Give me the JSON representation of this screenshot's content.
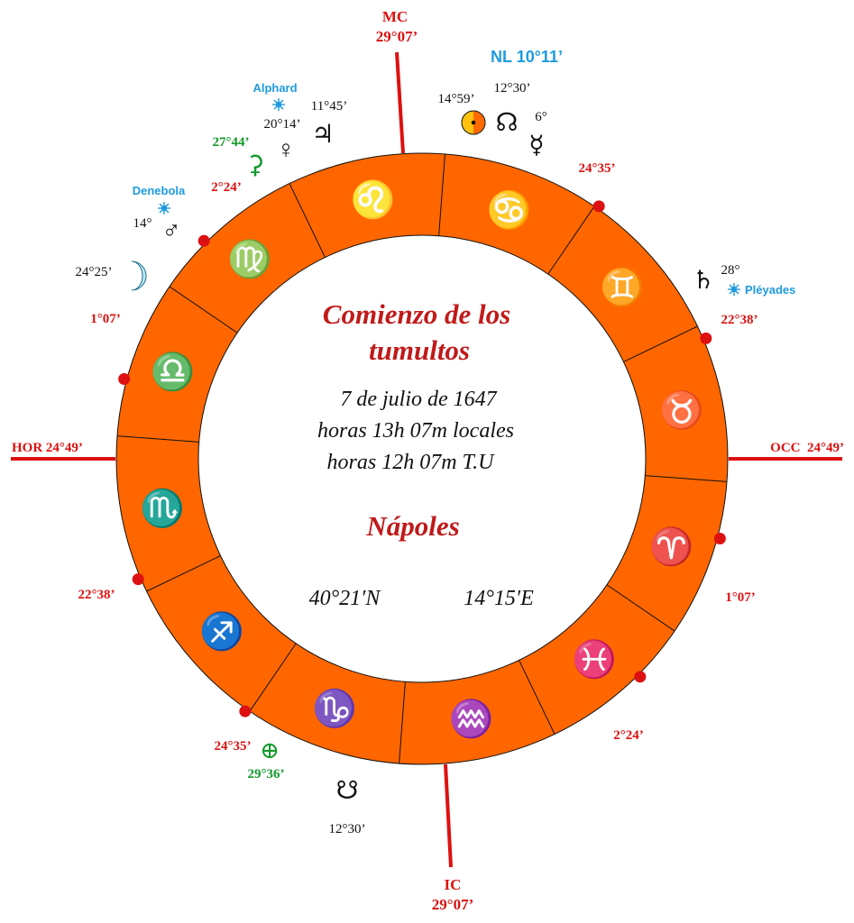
{
  "angles": {
    "mc": {
      "label": "MC",
      "value": "29°07’"
    },
    "ic": {
      "label": "IC",
      "value": "29°07’"
    },
    "asc": {
      "label": "HOR 24°49’"
    },
    "desc": {
      "label": "OCC  24°49’"
    }
  },
  "north_node_label": "NL 10°11’",
  "cusps": [
    {
      "value": "24°35’"
    },
    {
      "value": "22°38’"
    },
    {
      "value": "1°07’"
    },
    {
      "value": "2°24’"
    },
    {
      "value": "24°35’"
    },
    {
      "value": "22°38’"
    },
    {
      "value": "1°07’"
    },
    {
      "value": "2°24’"
    }
  ],
  "zodiac": [
    {
      "name": "leo",
      "glyph": "♌"
    },
    {
      "name": "cancer",
      "glyph": "♋"
    },
    {
      "name": "gemini",
      "glyph": "♊"
    },
    {
      "name": "taurus",
      "glyph": "♉"
    },
    {
      "name": "aries",
      "glyph": "♈"
    },
    {
      "name": "pisces",
      "glyph": "♓"
    },
    {
      "name": "aquarius",
      "glyph": "♒"
    },
    {
      "name": "capricorn",
      "glyph": "♑"
    },
    {
      "name": "sagittarius",
      "glyph": "♐"
    },
    {
      "name": "scorpio",
      "glyph": "♏"
    },
    {
      "name": "libra",
      "glyph": "♎"
    },
    {
      "name": "virgo",
      "glyph": "♍"
    }
  ],
  "bodies": {
    "jupiter": {
      "glyph": "♃",
      "degree": "11°45’"
    },
    "venus": {
      "glyph": "♀",
      "degree": "20°14’"
    },
    "star_alphard": {
      "name": "Alphard"
    },
    "sun": {
      "degree": "14°59’"
    },
    "node_north": {
      "glyph": "☊",
      "degree": "12°30’"
    },
    "mercury": {
      "glyph": "☿",
      "degree": "6°"
    },
    "ceres": {
      "glyph": "⚳",
      "degree": "27°44’"
    },
    "star_denebola": {
      "name": "Denebola"
    },
    "mars": {
      "glyph": "♂",
      "degree": "14°"
    },
    "moon": {
      "degree": "24°25’"
    },
    "saturn": {
      "glyph": "♄",
      "degree": "28°"
    },
    "star_pleyades": {
      "name": "Pléyades"
    },
    "part_fortune": {
      "glyph": "⊕",
      "degree": "29°36’"
    },
    "node_south": {
      "glyph": "☋",
      "degree": "12°30’"
    }
  },
  "center": {
    "title_line1": "Comienzo de los",
    "title_line2": "tumultos",
    "date": "7 de julio de 1647",
    "local_time": "horas 13h 07m locales",
    "ut_time": "horas 12h 07m T.U",
    "place": "Nápoles",
    "latitude": "40°21′N",
    "longitude": "14°15′E"
  },
  "colors": {
    "ring": "#ff6600",
    "angle_line": "#dd1111",
    "cusp_dot": "#dd1111",
    "star": "#1e9be0",
    "green": "#11992a",
    "title": "#c01a1a",
    "sun": "#ffc20e"
  }
}
